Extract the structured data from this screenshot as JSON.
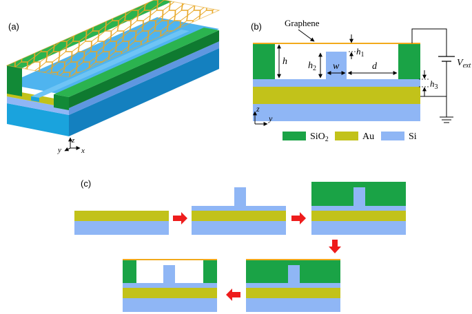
{
  "panels": {
    "a": {
      "label": "(a)",
      "axes": {
        "y": "y",
        "z": "z",
        "x": "x"
      }
    },
    "b": {
      "label": "(b)",
      "graphene_label": "Graphene",
      "dims": {
        "h": "h",
        "h2": "h",
        "h2_sub": "2",
        "h1": "h",
        "h1_sub": "1",
        "h3": "h",
        "h3_sub": "3",
        "w": "w",
        "d": "d"
      },
      "vext": "V",
      "vext_sub": "ext",
      "axes": {
        "z": "z",
        "y": "y"
      },
      "legend": [
        {
          "label": "SiO",
          "sub": "2",
          "color": "#1aa346"
        },
        {
          "label": "Au",
          "sub": "",
          "color": "#c2c21a"
        },
        {
          "label": "Si",
          "sub": "",
          "color": "#8fb6f5"
        }
      ]
    },
    "c": {
      "label": "(c)"
    }
  },
  "colors": {
    "sio2": "#1aa346",
    "au": "#c2c21a",
    "si": "#8fb6f5",
    "graphene": "#f2a91a",
    "arrow": "#ee1c1c",
    "si_3d": "#1aa3dd"
  }
}
